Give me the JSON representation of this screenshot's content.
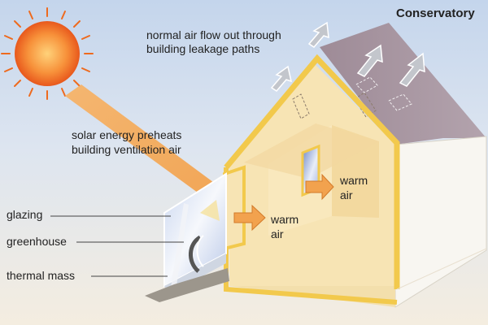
{
  "title": "Conservatory",
  "labels": {
    "air_flow_line1": "normal air flow out through",
    "air_flow_line2": "building leakage paths",
    "solar_line1": "solar energy preheats",
    "solar_line2": "building ventilation air",
    "warm_air_1_line1": "warm",
    "warm_air_1_line2": "air",
    "warm_air_2_line1": "warm",
    "warm_air_2_line2": "air",
    "glazing": "glazing",
    "greenhouse": "greenhouse",
    "thermal_mass": "thermal mass"
  },
  "icons": {
    "sun": "sun-icon",
    "sunbeam": "sunbeam",
    "arrows": "arrow-icon"
  },
  "colors": {
    "sun": "#ee6a1e",
    "sun_beam": "#f0a85a",
    "wall": "#f7e4b4",
    "wall_dark": "#f2d69a",
    "house_outline": "#f2c94c",
    "roof": "#a18e98",
    "right_wall": "#f8f6f1",
    "glass": "#dfe6f4",
    "warm_arrow": "#f2a24e",
    "exit_arrow": "#b9bcc4"
  }
}
